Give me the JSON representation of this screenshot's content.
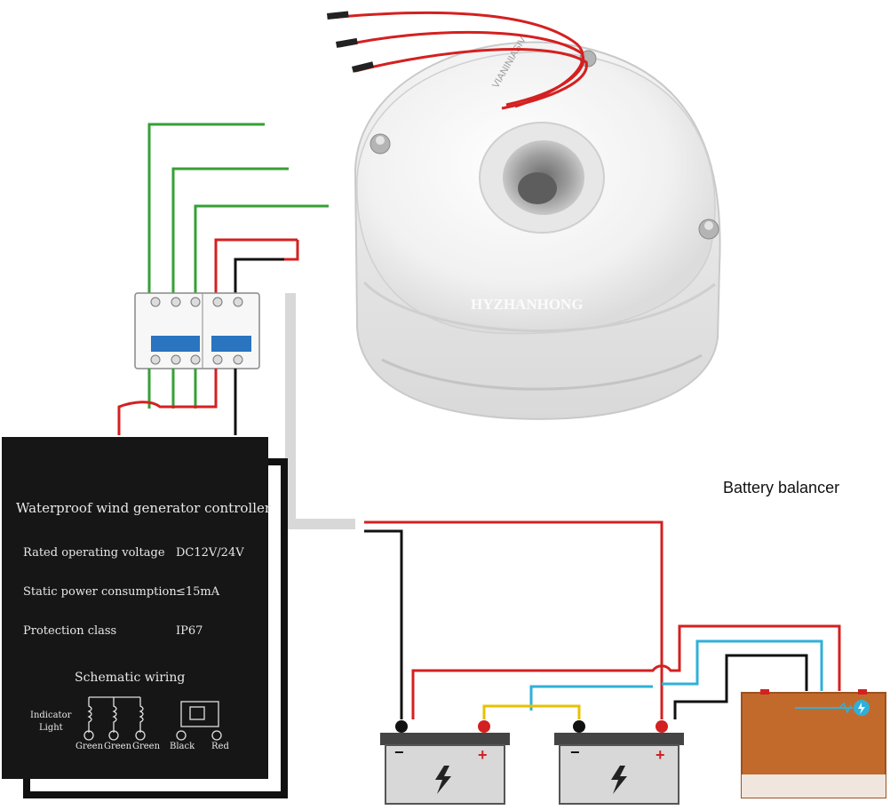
{
  "controller": {
    "title": "Waterproof wind generator controller",
    "specs": [
      {
        "label": "Rated operating voltage",
        "value": "DC12V/24V"
      },
      {
        "label": "Static power consumption",
        "value": "≤15mA"
      },
      {
        "label": "Protection class",
        "value": "IP67"
      }
    ],
    "schematic_title": "Schematic wiring",
    "indicator_label_line1": "Indicator",
    "indicator_label_line2": "Light",
    "terminals": [
      "Green",
      "Green",
      "Green",
      "Black",
      "Red"
    ]
  },
  "generator": {
    "watermark": "HYZHANHONG",
    "casting_text": "VIANINIASIV"
  },
  "balancer_label": "Battery balancer",
  "battery_symbols": {
    "negative": "−",
    "positive": "+"
  },
  "colors": {
    "phase_wire": "#35a035",
    "positive_wire": "#d42020",
    "negative_wire": "#111111",
    "balance_wire_blue": "#2fb0d8",
    "balance_wire_yellow": "#e6c200",
    "controller_body": "#161616",
    "breaker_accent": "#2a74c0",
    "balancer_body": "#c26a2c"
  }
}
